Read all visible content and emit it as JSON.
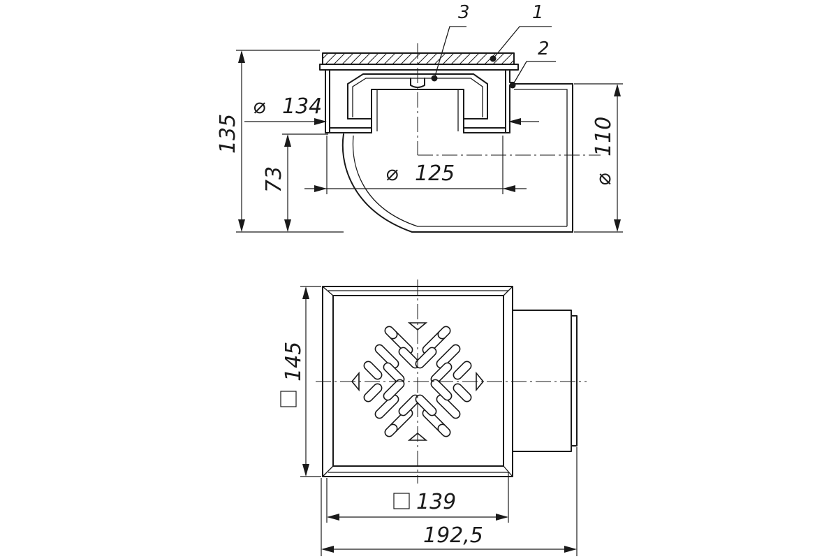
{
  "dimensions": {
    "height_total": "135",
    "height_outlet": "73",
    "dia_body": "134",
    "dia_flange": "125",
    "dia_outlet": "110",
    "square_frame": "145",
    "square_grate": "139",
    "length_total": "192,5"
  },
  "callouts": {
    "grate": "1",
    "body": "2",
    "water_seal": "3"
  },
  "symbols": {
    "diameter": "⌀"
  }
}
